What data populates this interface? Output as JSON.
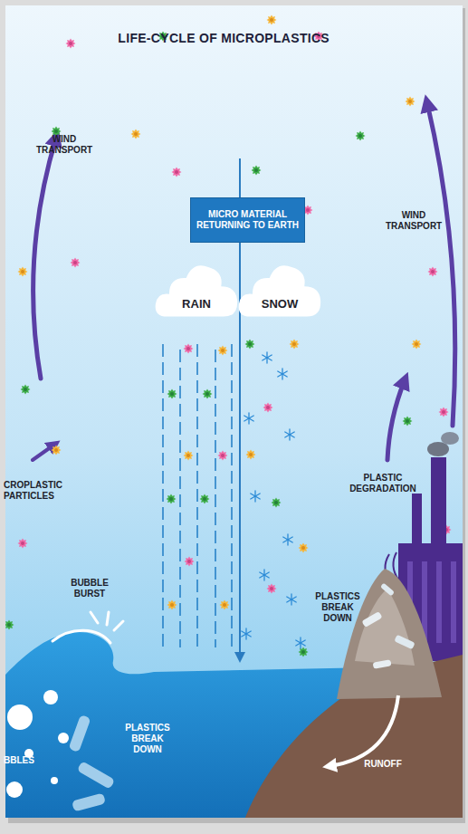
{
  "diagram": {
    "title": "LIFE-CYCLE OF MICROPLASTICS",
    "nodes": [
      {
        "text": [
          "MICRO MATERIAL RETURNING TO EARTH"
        ]
      },
      {
        "text": [
          "RAIN"
        ]
      },
      {
        "text": [
          "SNOW"
        ]
      }
    ],
    "labels": [
      "WIND TRANSPORT",
      "WIND TRANSPORT",
      "CROPLASTIC PARTICLES",
      "PLASTIC DEGRADATION",
      "BUBBLE BURST",
      "PLASTICS BREAK DOWN",
      "PLASTICS BREAK DOWN",
      "BBLES",
      "RUNOFF"
    ]
  }
}
